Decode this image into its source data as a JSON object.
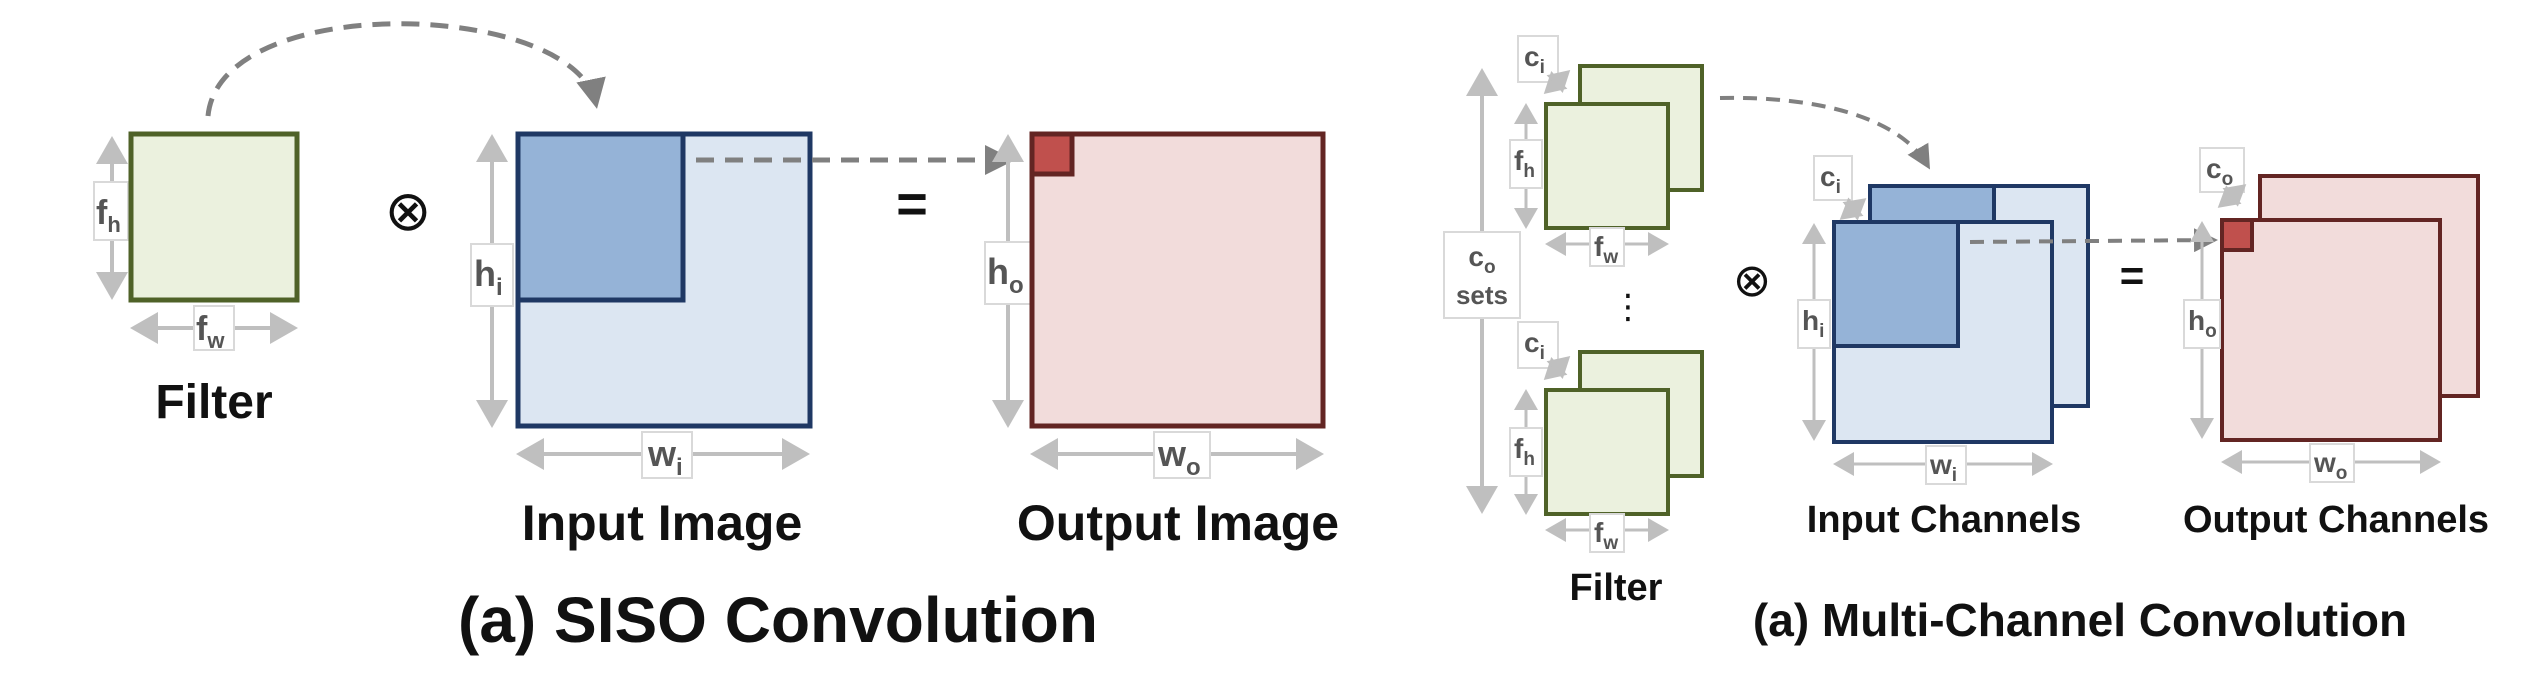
{
  "siso": {
    "filter": {
      "label": "Filter",
      "height_var": "f",
      "height_sub": "h",
      "width_var": "f",
      "width_sub": "w"
    },
    "conv_symbol": "⊗",
    "equals_symbol": "=",
    "input": {
      "label": "Input Image",
      "height_var": "h",
      "height_sub": "i",
      "width_var": "w",
      "width_sub": "i"
    },
    "output": {
      "label": "Output Image",
      "height_var": "h",
      "height_sub": "o",
      "width_var": "w",
      "width_sub": "o"
    },
    "caption": "(a) SISO Convolution"
  },
  "multi": {
    "filter": {
      "label": "Filter",
      "channel_var": "c",
      "channel_sub": "i",
      "height_var": "f",
      "height_sub": "h",
      "width_var": "f",
      "width_sub": "w",
      "sets_var": "c",
      "sets_sub": "o",
      "sets_word": "sets",
      "ellipsis": "⋮"
    },
    "conv_symbol": "⊗",
    "equals_symbol": "=",
    "input": {
      "label": "Input Channels",
      "channel_var": "c",
      "channel_sub": "i",
      "height_var": "h",
      "height_sub": "i",
      "width_var": "w",
      "width_sub": "i"
    },
    "output": {
      "label": "Output Channels",
      "channel_var": "c",
      "channel_sub": "o",
      "height_var": "h",
      "height_sub": "o",
      "width_var": "w",
      "width_sub": "o"
    },
    "caption": "(a) Multi-Channel Convolution"
  },
  "colors": {
    "filter_fill": "#ebf1de",
    "filter_stroke": "#4f6228",
    "input_fill": "#dce6f2",
    "input_stroke": "#1f3864",
    "input_patch": "#95b3d7",
    "output_fill": "#f2dcdb",
    "output_stroke": "#632523",
    "output_patch": "#c0504d",
    "dim_line": "#bfbfbf",
    "dash_arrow": "#808080"
  }
}
